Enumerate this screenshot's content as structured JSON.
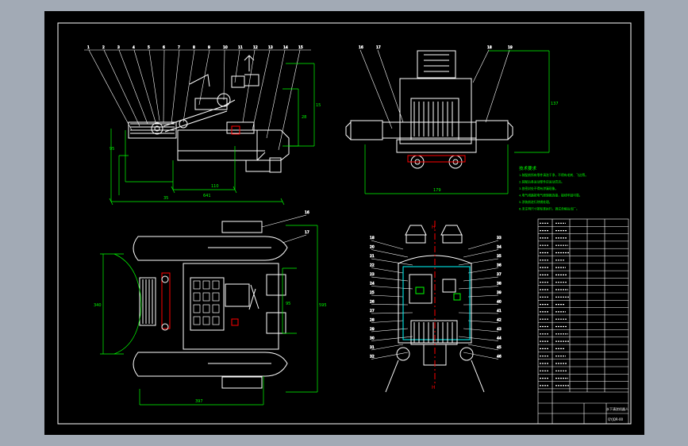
{
  "colors": {
    "background": "#a2aab5",
    "sheet": "#000000",
    "frame": "#ffffff",
    "green": "#00ff00",
    "red": "#ff0000",
    "cyan": "#00ffff",
    "white": "#ffffff"
  },
  "labels": {
    "top_left_balloons": [
      "1",
      "2",
      "3",
      "4",
      "5",
      "6",
      "7",
      "8",
      "9",
      "10",
      "11",
      "12",
      "13",
      "14",
      "15"
    ],
    "top_right_balloons": [
      "16",
      "17",
      "18",
      "19"
    ],
    "plan_balloons": [
      "16",
      "17"
    ],
    "section_left": [
      "18",
      "20",
      "21",
      "22",
      "23",
      "24",
      "25",
      "26",
      "27",
      "28",
      "29",
      "30",
      "31",
      "32"
    ],
    "section_right": [
      "33",
      "34",
      "35",
      "36",
      "37",
      "38",
      "39",
      "40",
      "41",
      "42",
      "43",
      "44",
      "45",
      "46"
    ],
    "section_marks": [
      "H",
      "H"
    ],
    "dims": {
      "d1": "35",
      "d2": "110",
      "d3": "641",
      "d4": "95",
      "d5": "28",
      "d6": "15",
      "d7": "179",
      "d8": "137",
      "d9": "340",
      "d10": "397",
      "d11": "595",
      "d12": "95"
    }
  },
  "notes": {
    "heading": "技术要求",
    "lines": [
      "1.装配前所有零件清洗干净，不得有毛刺、飞边等。",
      "2.装配后各运动部件应运动灵活。",
      "3.各密封处不得有渗漏现象。",
      "4.电气线路按电气原理图连接，接线牢固可靠。",
      "5.涂装前进行除锈处理。",
      "6.未注明尺寸按标准执行，调试合格后出厂。"
    ]
  },
  "title_block": {
    "drawing_title": "水下清淤机器人",
    "drawing_no": "QYJQR-00"
  }
}
